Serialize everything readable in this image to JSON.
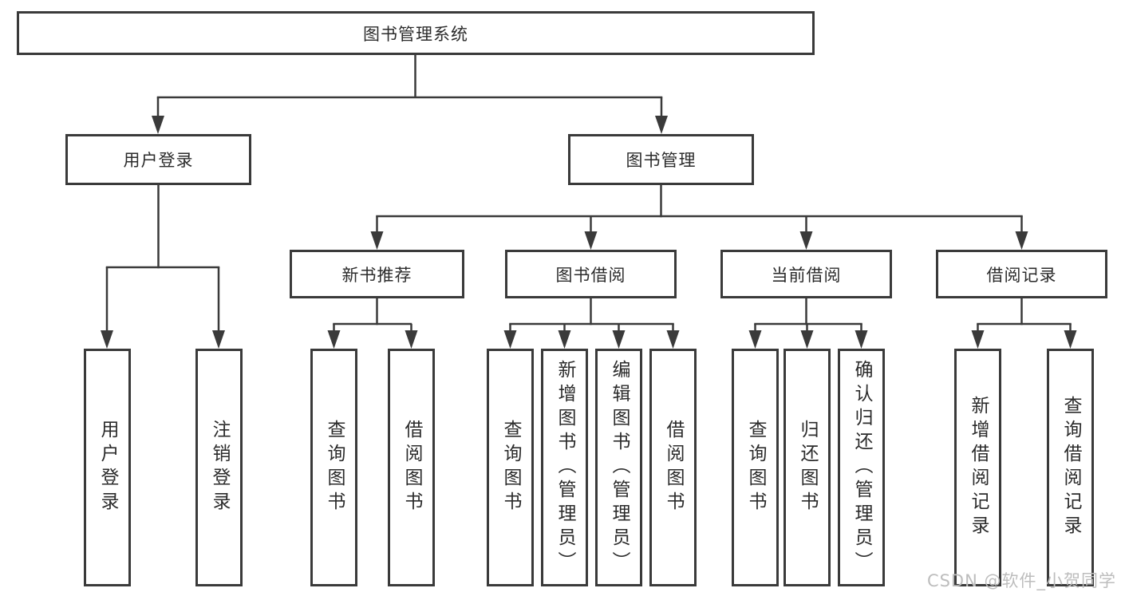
{
  "tree": {
    "root": {
      "label": "图书管理系统",
      "children": [
        {
          "label": "用户登录",
          "children": [
            {
              "label": "用户登录"
            },
            {
              "label": "注销登录"
            }
          ]
        },
        {
          "label": "图书管理",
          "children": [
            {
              "label": "新书推荐",
              "children": [
                {
                  "label": "查询图书"
                },
                {
                  "label": "借阅图书"
                }
              ]
            },
            {
              "label": "图书借阅",
              "children": [
                {
                  "label": "查询图书"
                },
                {
                  "label": "新增图书（管理员）"
                },
                {
                  "label": "编辑图书（管理员）"
                },
                {
                  "label": "借阅图书"
                }
              ]
            },
            {
              "label": "当前借阅",
              "children": [
                {
                  "label": "查询图书"
                },
                {
                  "label": "归还图书"
                },
                {
                  "label": "确认归还（管理员）"
                }
              ]
            },
            {
              "label": "借阅记录",
              "children": [
                {
                  "label": "新增借阅记录"
                },
                {
                  "label": "查询借阅记录"
                }
              ]
            }
          ]
        }
      ]
    }
  },
  "watermark": {
    "text": "CSDN @软件_小贺同学"
  },
  "colors": {
    "line": "#3a3a3a",
    "text": "#2b2b2b",
    "background": "#ffffff",
    "watermark": "#bdbdbd"
  }
}
